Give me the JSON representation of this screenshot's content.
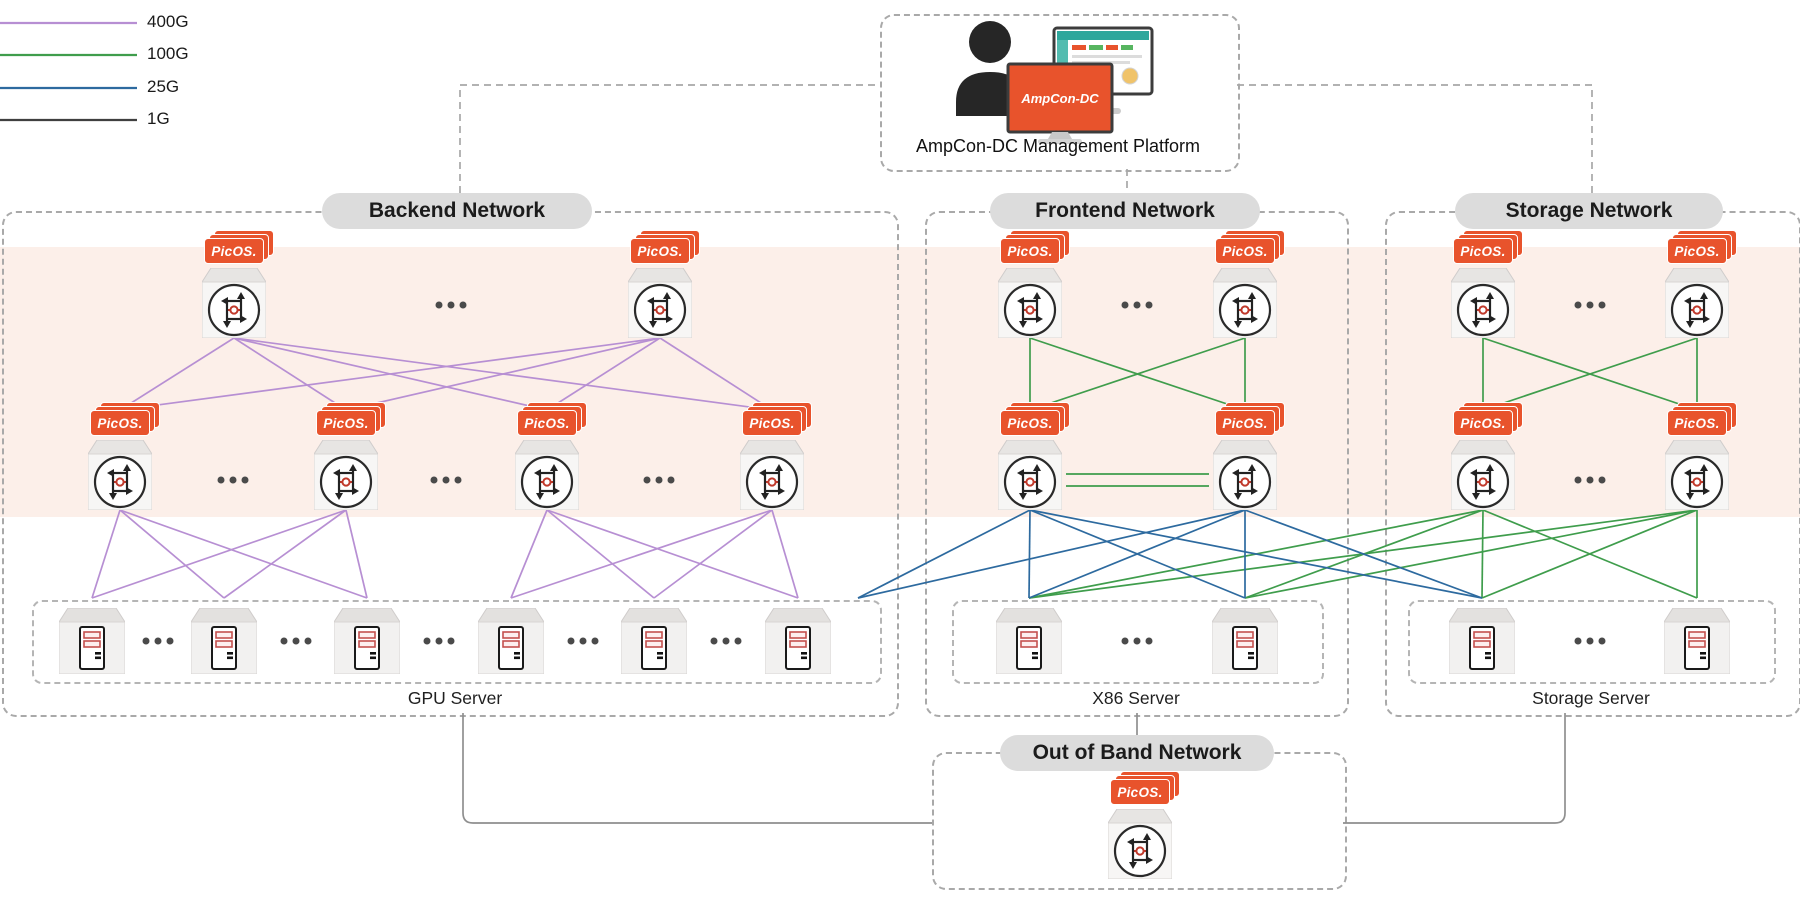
{
  "legend": {
    "items": [
      {
        "label": "400G",
        "color": "#b78fd3"
      },
      {
        "label": "100G",
        "color": "#3f9d4c"
      },
      {
        "label": "25G",
        "color": "#2d6a9f"
      },
      {
        "label": "1G",
        "color": "#3f3f3f"
      }
    ]
  },
  "platform": {
    "label": "AmpCon-DC Management Platform",
    "logo_text": "AmpCon-DC"
  },
  "labels": {
    "picos": "PicOS."
  },
  "sections": {
    "backend": {
      "title": "Backend Network"
    },
    "frontend": {
      "title": "Frontend Network"
    },
    "storage": {
      "title": "Storage Network"
    },
    "oob": {
      "title": "Out of Band Network"
    }
  },
  "server_groups": {
    "gpu": {
      "label": "GPU Server"
    },
    "x86": {
      "label": "X86 Server"
    },
    "storage": {
      "label": "Storage Server"
    }
  },
  "colors": {
    "link_400g": "#b78fd3",
    "link_100g": "#3f9d4c",
    "link_25g": "#2d6a9f",
    "link_1g_legend": "#3f3f3f",
    "link_1g_wire": "#8f8f8f",
    "picos_orange": "#e8532c",
    "band": "#fcefe9",
    "pill_bg": "#dcdcdc",
    "dashed_border": "#a9a9a9"
  }
}
